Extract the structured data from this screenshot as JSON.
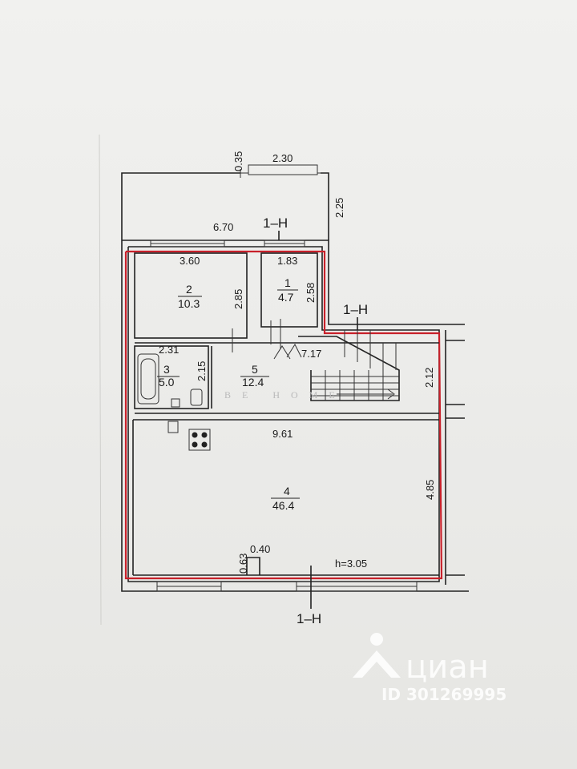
{
  "plan": {
    "outer_dims": {
      "d_035": "0.35",
      "d_230": "2.30",
      "d_225": "2.25",
      "d_670": "6.70",
      "d_717": "7.17",
      "d_212": "2.12",
      "d_961": "9.61",
      "d_485": "4.85",
      "d_063": "0.63",
      "d_040": "0.40"
    },
    "height_note": "h=3.05",
    "section_mark": "1–Н",
    "rooms": [
      {
        "id": "room-1",
        "number": "1",
        "area": "4.7",
        "width": "1.83",
        "depth": "2.58"
      },
      {
        "id": "room-2",
        "number": "2",
        "area": "10.3",
        "width": "3.60",
        "depth": "2.85"
      },
      {
        "id": "room-3",
        "number": "3",
        "area": "5.0",
        "width": "2.31",
        "depth": "2.15"
      },
      {
        "id": "room-4",
        "number": "4",
        "area": "46.4"
      },
      {
        "id": "room-5",
        "number": "5",
        "area": "12.4"
      }
    ],
    "watermark": "BE HOME",
    "cian_logo": "циан",
    "listing_id": "ID 301269995",
    "colors": {
      "outline_red": "#c8202a",
      "ink": "#222222"
    }
  }
}
